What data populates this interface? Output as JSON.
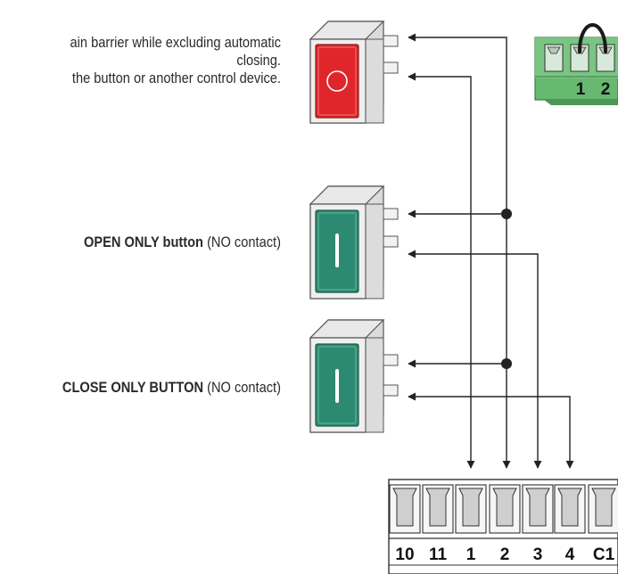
{
  "stop_button": {
    "description_lines": [
      "ain barrier while excluding automatic",
      "closing.",
      "the button or another control device."
    ],
    "face_color": "#e0262b"
  },
  "open_button": {
    "label_bold": "OPEN ONLY button",
    "label_rest": "(NO contact)",
    "face_color": "#2d8a72"
  },
  "close_button": {
    "label_bold": "CLOSE ONLY BUTTON",
    "label_rest": "(NO contact)",
    "face_color": "#2d8a72"
  },
  "jumper_terminal": {
    "labels": [
      "1",
      "2"
    ],
    "color": "#67b870"
  },
  "main_terminal": {
    "labels": [
      "10",
      "11",
      "1",
      "2",
      "3",
      "4",
      "C1"
    ]
  }
}
